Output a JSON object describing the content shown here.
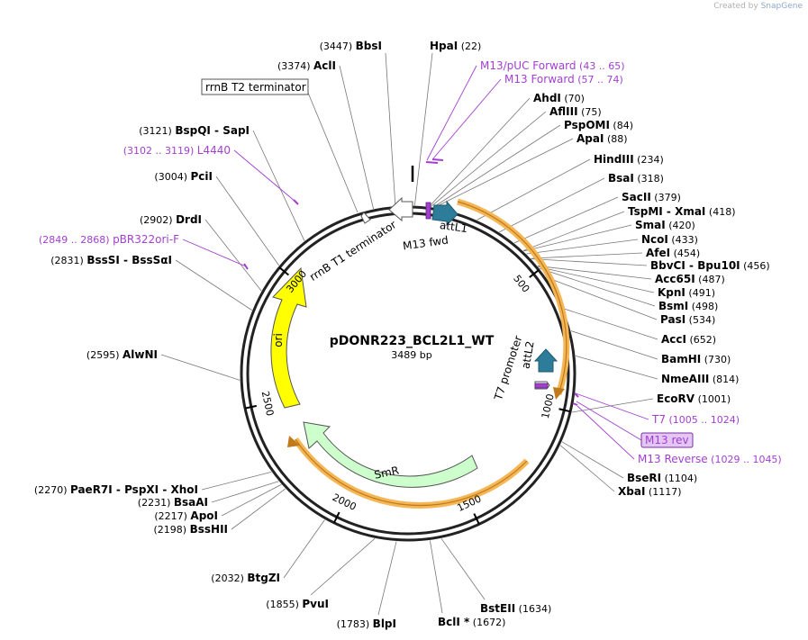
{
  "branding": {
    "prefix": "Created by",
    "app": "SnapGene"
  },
  "plasmid": {
    "name": "pDONR223_BCL2L1_WT",
    "length_label": "3489 bp",
    "length": 3489
  },
  "ticks": [
    "500",
    "1000",
    "1500",
    "2000",
    "2500",
    "3000"
  ],
  "features": {
    "ori": "ori",
    "smr": "SmR",
    "attl1": "attL1",
    "attl2": "attL2",
    "m13fwd": "M13 fwd",
    "rrnb_t1": "rrnB T1 terminator",
    "t7_promoter": "T7 promoter",
    "rrnb_t2": "rrnB T2 terminator"
  },
  "sites_right": [
    {
      "name": "HpaI",
      "coord": "(22)"
    },
    {
      "name": "AhdI",
      "coord": "(70)"
    },
    {
      "name": "AflIII",
      "coord": "(75)"
    },
    {
      "name": "PspOMI",
      "coord": "(84)"
    },
    {
      "name": "ApaI",
      "coord": "(88)"
    },
    {
      "name": "HindIII",
      "coord": "(234)"
    },
    {
      "name": "BsaI",
      "coord": "(318)"
    },
    {
      "name": "SacII",
      "coord": "(379)"
    },
    {
      "name": "TspMI",
      "name2": "XmaI",
      "coord": "(418)"
    },
    {
      "name": "SmaI",
      "coord": "(420)"
    },
    {
      "name": "NcoI",
      "coord": "(433)"
    },
    {
      "name": "AfeI",
      "coord": "(454)"
    },
    {
      "name": "BbvCI",
      "name2": "Bpu10I",
      "coord": "(456)"
    },
    {
      "name": "Acc65I",
      "coord": "(487)"
    },
    {
      "name": "KpnI",
      "coord": "(491)"
    },
    {
      "name": "BsmI",
      "coord": "(498)"
    },
    {
      "name": "PasI",
      "coord": "(534)"
    },
    {
      "name": "AccI",
      "coord": "(652)"
    },
    {
      "name": "BamHI",
      "coord": "(730)"
    },
    {
      "name": "NmeAIII",
      "coord": "(814)"
    },
    {
      "name": "EcoRV",
      "coord": "(1001)"
    },
    {
      "name": "BseRI",
      "coord": "(1104)"
    },
    {
      "name": "XbaI",
      "coord": "(1117)"
    },
    {
      "name": "BstEII",
      "coord": "(1634)"
    },
    {
      "name": "BclI *",
      "coord": "(1672)"
    }
  ],
  "sites_left": [
    {
      "name": "BbsI",
      "coord": "(3447)"
    },
    {
      "name": "AclI",
      "coord": "(3374)"
    },
    {
      "name": "BspQI",
      "name2": "SapI",
      "coord": "(3121)"
    },
    {
      "name": "PciI",
      "coord": "(3004)"
    },
    {
      "name": "DrdI",
      "coord": "(2902)"
    },
    {
      "name": "BssSI",
      "name2": "BssSαI",
      "coord": "(2831)"
    },
    {
      "name": "AlwNI",
      "coord": "(2595)"
    },
    {
      "name": "PaeR7I",
      "name2": "PspXI",
      "name3": "XhoI",
      "coord": "(2270)"
    },
    {
      "name": "BsaAI",
      "coord": "(2231)"
    },
    {
      "name": "ApoI",
      "coord": "(2217)"
    },
    {
      "name": "BssHII",
      "coord": "(2198)"
    },
    {
      "name": "BtgZI",
      "coord": "(2032)"
    },
    {
      "name": "PvuI",
      "coord": "(1855)"
    },
    {
      "name": "BlpI",
      "coord": "(1783)"
    }
  ],
  "primers": [
    {
      "name": "M13/pUC Forward",
      "coord": "(43 .. 65)"
    },
    {
      "name": "M13 Forward",
      "coord": "(57 .. 74)"
    },
    {
      "name": "T7",
      "coord": "(1005 .. 1024)"
    },
    {
      "name": "M13 rev",
      "coord": ""
    },
    {
      "name": "M13 Reverse",
      "coord": "(1029 .. 1045)"
    },
    {
      "name": "L4440",
      "coord": "(3102 .. 3119)"
    },
    {
      "name": "pBR322ori-F",
      "coord": "(2849 .. 2868)"
    }
  ],
  "colors": {
    "backbone": "#222222",
    "ori": "#ffff00",
    "smr": "#ccffcc",
    "orange": "#f5b656",
    "attl": "#2d7c99",
    "primer": "#a23fd0",
    "m13rev_fill": "#e4c6f5"
  }
}
